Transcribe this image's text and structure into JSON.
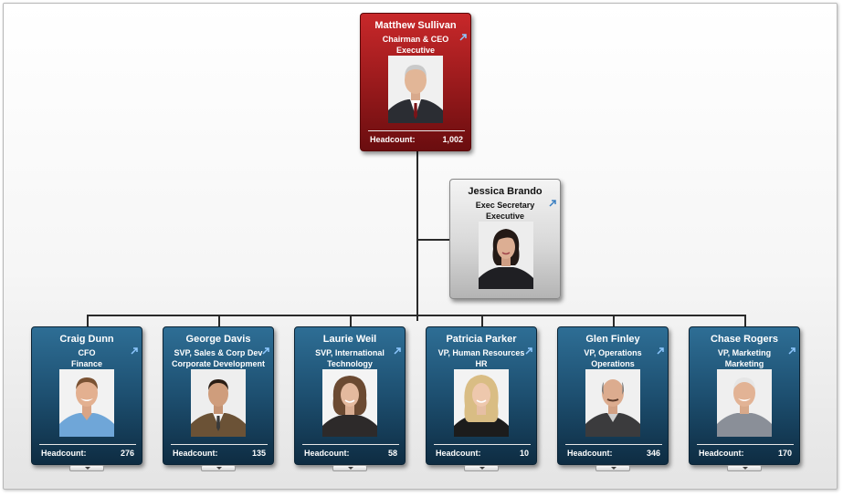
{
  "colors": {
    "executive": "#a01c1e",
    "secretary": "#d8d8d8",
    "manager": "#1d4f70",
    "connector": "#2a2a2a"
  },
  "root": {
    "name": "Matthew Sullivan",
    "title": "Chairman & CEO",
    "department": "Executive",
    "headcount_label": "Headcount:",
    "headcount": "1,002",
    "photo": "man-gray-hair-suit-photo",
    "link_icon": "external-link-icon"
  },
  "assistant": {
    "name": "Jessica Brando",
    "title": "Exec Secretary",
    "department": "Executive",
    "photo": "woman-dark-hair-photo",
    "link_icon": "external-link-icon"
  },
  "reports": [
    {
      "name": "Craig Dunn",
      "title": "CFO",
      "department": "Finance",
      "headcount_label": "Headcount:",
      "headcount": "276",
      "photo": "smiling-man-blue-shirt-photo"
    },
    {
      "name": "George Davis",
      "title": "SVP, Sales & Corp Dev",
      "department": "Corporate Development",
      "headcount_label": "Headcount:",
      "headcount": "135",
      "photo": "man-brown-suit-photo"
    },
    {
      "name": "Laurie Weil",
      "title": "SVP, International",
      "department": "Technology",
      "headcount_label": "Headcount:",
      "headcount": "58",
      "photo": "woman-curly-hair-photo"
    },
    {
      "name": "Patricia Parker",
      "title": "VP, Human Resources",
      "department": "HR",
      "headcount_label": "Headcount:",
      "headcount": "10",
      "photo": "blonde-woman-photo"
    },
    {
      "name": "Glen Finley",
      "title": "VP, Operations",
      "department": "Operations",
      "headcount_label": "Headcount:",
      "headcount": "346",
      "photo": "bald-man-jacket-photo"
    },
    {
      "name": "Chase Rogers",
      "title": "VP, Marketing",
      "department": "Marketing",
      "headcount_label": "Headcount:",
      "headcount": "170",
      "photo": "older-man-gray-shirt-photo"
    }
  ]
}
